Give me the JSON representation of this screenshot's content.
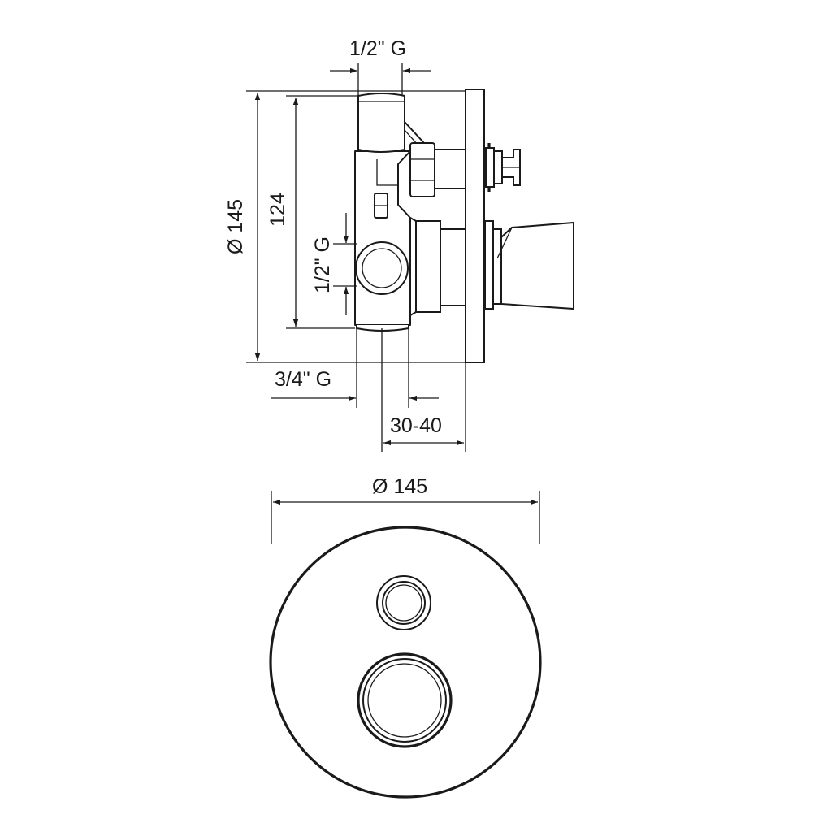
{
  "side_view": {
    "top_inlet": "1/2\" G",
    "overall_diameter": "Ø 145",
    "body_height": "124",
    "side_outlet": "1/2\" G",
    "bottom_inlet": "3/4\" G",
    "wall_depth": "30-40"
  },
  "front_view": {
    "plate_diameter": "Ø 145"
  },
  "colors": {
    "line": "#1a1a1a",
    "background": "#ffffff"
  }
}
